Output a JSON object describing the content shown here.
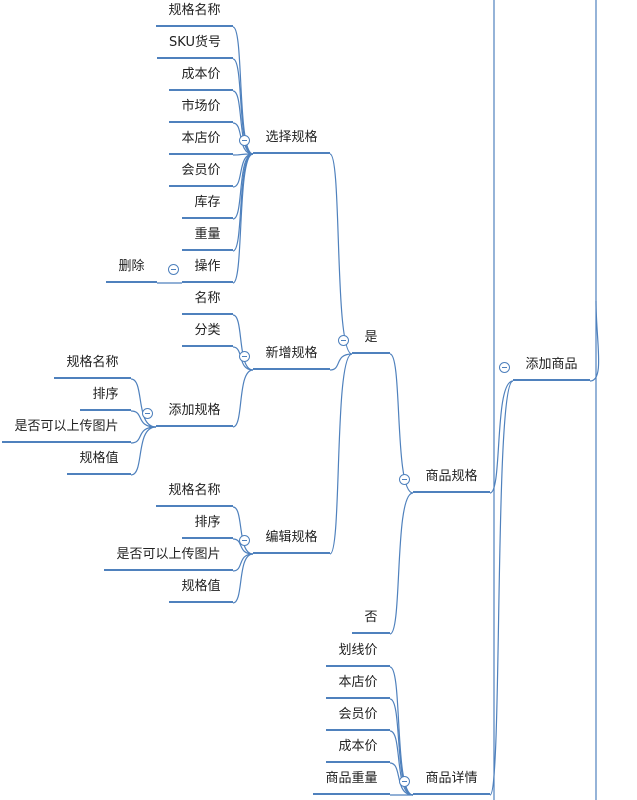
{
  "nodes": {
    "root": "添加商品",
    "spec": "商品规格",
    "yes": "是",
    "no": "否",
    "choose": "选择规格",
    "c_name": "规格名称",
    "c_sku": "SKU货号",
    "c_cost": "成本价",
    "c_market": "市场价",
    "c_store": "本店价",
    "c_member": "会员价",
    "c_stock": "库存",
    "c_weight": "重量",
    "c_op": "操作",
    "c_delete": "删除",
    "add": "新增规格",
    "a_name": "名称",
    "a_cat": "分类",
    "a_addspec": "添加规格",
    "as_name": "规格名称",
    "as_sort": "排序",
    "as_upload": "是否可以上传图片",
    "as_value": "规格值",
    "edit": "编辑规格",
    "e_name": "规格名称",
    "e_sort": "排序",
    "e_upload": "是否可以上传图片",
    "e_value": "规格值",
    "detail": "商品详情",
    "d_strike": "划线价",
    "d_store": "本店价",
    "d_member": "会员价",
    "d_cost": "成本价",
    "d_weight": "商品重量"
  },
  "colors": {
    "line": "#4f81bd",
    "text": "#222222"
  }
}
